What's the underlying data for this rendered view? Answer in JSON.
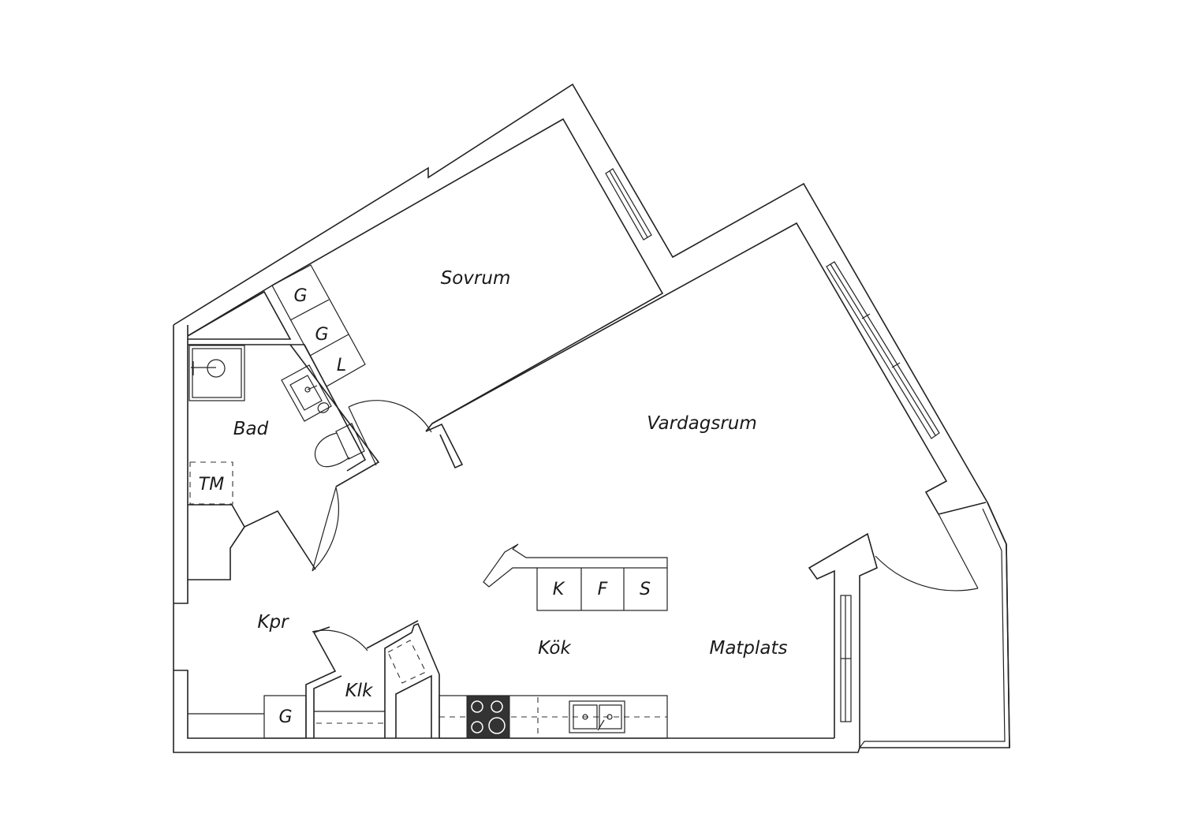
{
  "rooms": {
    "sovrum": "Sovrum",
    "vardagsrum": "Vardagsrum",
    "bad": "Bad",
    "kpr": "Kpr",
    "klk": "Klk",
    "kok": "Kök",
    "matplats": "Matplats"
  },
  "fixtures": {
    "tm": "TM",
    "wardrobe_1": "G",
    "wardrobe_2": "G",
    "linen": "L",
    "wardrobe_hall": "G",
    "fridge": "K",
    "freezer": "F",
    "storage": "S"
  },
  "colors": {
    "line": "#222222",
    "background": "#ffffff",
    "stove": "#333333"
  }
}
